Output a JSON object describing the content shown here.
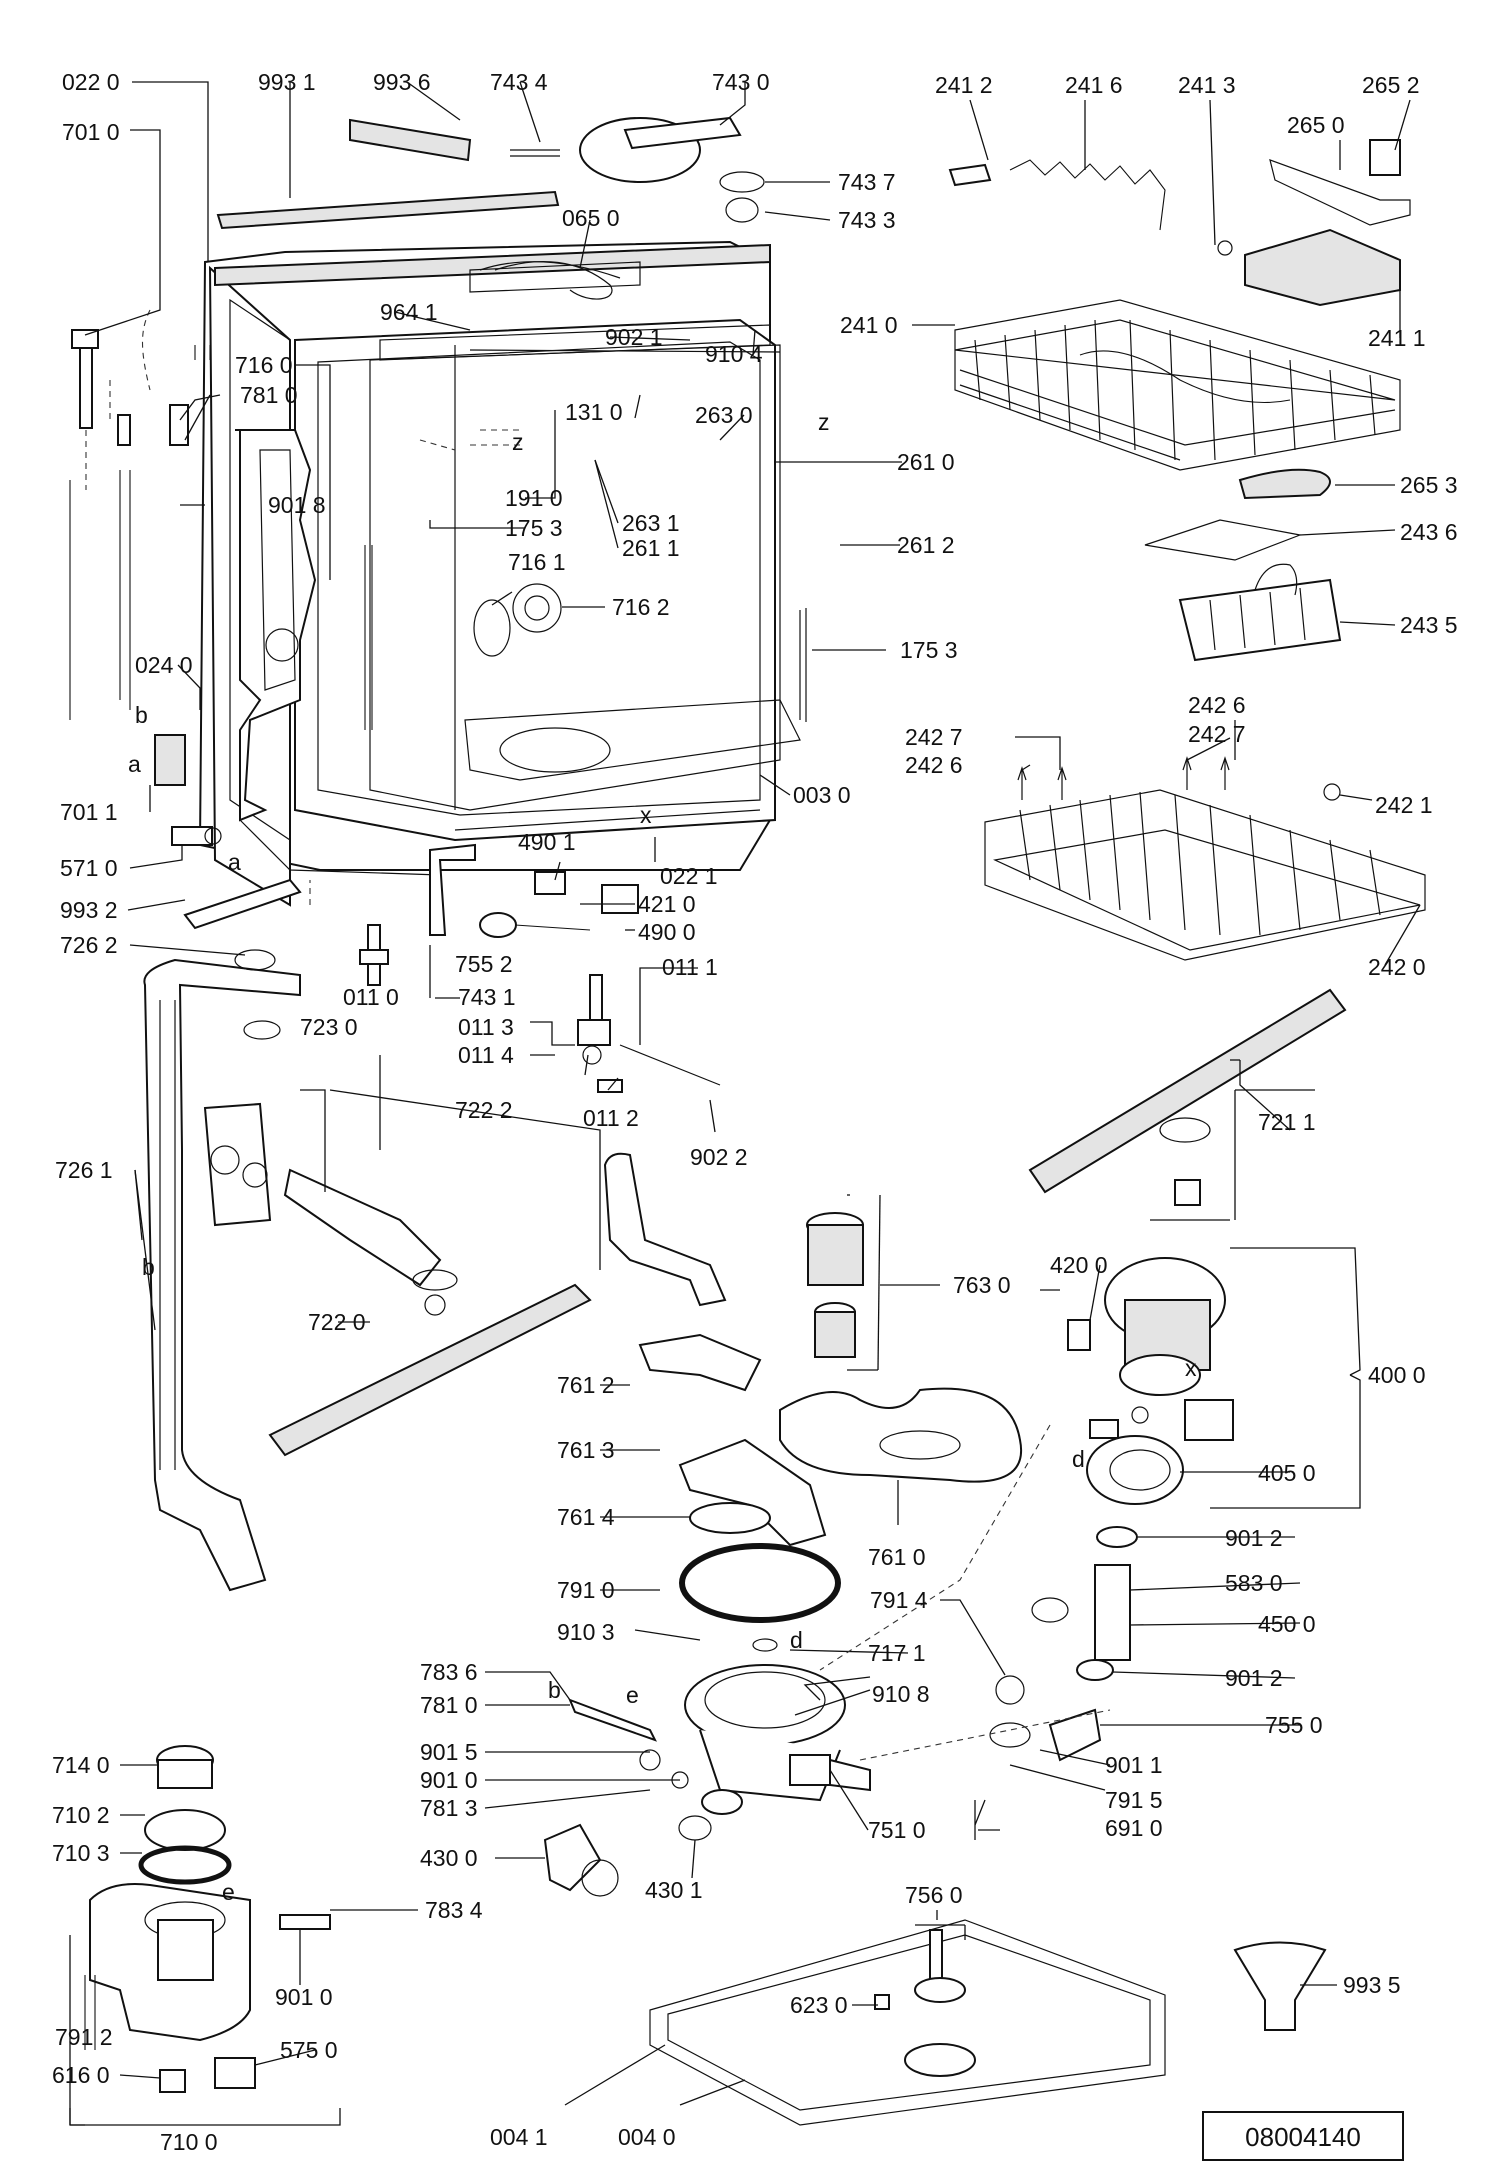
{
  "diagram": {
    "reference_number": "08004140",
    "letter_marks": [
      "z",
      "x",
      "a",
      "b",
      "d",
      "e"
    ],
    "callouts": [
      {
        "id": "c-0220",
        "text": "022 0"
      },
      {
        "id": "c-9931",
        "text": "993 1"
      },
      {
        "id": "c-9936",
        "text": "993 6"
      },
      {
        "id": "c-7434",
        "text": "743 4"
      },
      {
        "id": "c-7430",
        "text": "743 0"
      },
      {
        "id": "c-7437",
        "text": "743 7"
      },
      {
        "id": "c-7433",
        "text": "743 3"
      },
      {
        "id": "c-0650",
        "text": "065 0"
      },
      {
        "id": "c-7010",
        "text": "701 0"
      },
      {
        "id": "c-9641",
        "text": "964 1"
      },
      {
        "id": "c-9021",
        "text": "902 1"
      },
      {
        "id": "c-9104",
        "text": "910 4"
      },
      {
        "id": "c-7160",
        "text": "716 0"
      },
      {
        "id": "c-7810a",
        "text": "781 0"
      },
      {
        "id": "c-1310",
        "text": "131 0"
      },
      {
        "id": "c-2630",
        "text": "263 0"
      },
      {
        "id": "c-2610",
        "text": "261 0"
      },
      {
        "id": "c-9018",
        "text": "901 8"
      },
      {
        "id": "c-1910",
        "text": "191 0"
      },
      {
        "id": "c-1753a",
        "text": "175 3"
      },
      {
        "id": "c-2631",
        "text": "263 1"
      },
      {
        "id": "c-2611",
        "text": "261 1"
      },
      {
        "id": "c-2612",
        "text": "261 2"
      },
      {
        "id": "c-7161",
        "text": "716 1"
      },
      {
        "id": "c-7162",
        "text": "716 2"
      },
      {
        "id": "c-1753b",
        "text": "175 3"
      },
      {
        "id": "c-0240",
        "text": "024 0"
      },
      {
        "id": "c-7011",
        "text": "701 1"
      },
      {
        "id": "c-0030",
        "text": "003 0"
      },
      {
        "id": "c-5710",
        "text": "571 0"
      },
      {
        "id": "c-4901",
        "text": "490 1"
      },
      {
        "id": "c-0221",
        "text": "022 1"
      },
      {
        "id": "c-4210",
        "text": "421 0"
      },
      {
        "id": "c-4900",
        "text": "490 0"
      },
      {
        "id": "c-9932",
        "text": "993 2"
      },
      {
        "id": "c-7262",
        "text": "726 2"
      },
      {
        "id": "c-7552",
        "text": "755 2"
      },
      {
        "id": "c-0111",
        "text": "011 1"
      },
      {
        "id": "c-0110",
        "text": "011 0"
      },
      {
        "id": "c-7431",
        "text": "743 1"
      },
      {
        "id": "c-7230",
        "text": "723 0"
      },
      {
        "id": "c-0113",
        "text": "011 3"
      },
      {
        "id": "c-0114",
        "text": "011 4"
      },
      {
        "id": "c-0112",
        "text": "011 2"
      },
      {
        "id": "c-9022",
        "text": "902 2"
      },
      {
        "id": "c-7222",
        "text": "722 2"
      },
      {
        "id": "c-7261",
        "text": "726 1"
      },
      {
        "id": "c-7220",
        "text": "722 0"
      },
      {
        "id": "c-7630",
        "text": "763 0"
      },
      {
        "id": "c-7612",
        "text": "761 2"
      },
      {
        "id": "c-7613",
        "text": "761 3"
      },
      {
        "id": "c-7614",
        "text": "761 4"
      },
      {
        "id": "c-7610",
        "text": "761 0"
      },
      {
        "id": "c-7910",
        "text": "791 0"
      },
      {
        "id": "c-9103",
        "text": "910 3"
      },
      {
        "id": "c-7836",
        "text": "783 6"
      },
      {
        "id": "c-7810b",
        "text": "781 0"
      },
      {
        "id": "c-9015",
        "text": "901 5"
      },
      {
        "id": "c-9010a",
        "text": "901 0"
      },
      {
        "id": "c-7813",
        "text": "781 3"
      },
      {
        "id": "c-4300",
        "text": "430 0"
      },
      {
        "id": "c-4301",
        "text": "430 1"
      },
      {
        "id": "c-7140",
        "text": "714 0"
      },
      {
        "id": "c-7102",
        "text": "710 2"
      },
      {
        "id": "c-7103",
        "text": "710 3"
      },
      {
        "id": "c-7834",
        "text": "783 4"
      },
      {
        "id": "c-9010b",
        "text": "901 0"
      },
      {
        "id": "c-7912",
        "text": "791 2"
      },
      {
        "id": "c-5750",
        "text": "575 0"
      },
      {
        "id": "c-6160",
        "text": "616 0"
      },
      {
        "id": "c-7100",
        "text": "710 0"
      },
      {
        "id": "c-7171",
        "text": "717 1"
      },
      {
        "id": "c-9108",
        "text": "910 8"
      },
      {
        "id": "c-7914",
        "text": "791 4"
      },
      {
        "id": "c-7510",
        "text": "751 0"
      },
      {
        "id": "c-7915",
        "text": "791 5"
      },
      {
        "id": "c-6910",
        "text": "691 0"
      },
      {
        "id": "c-7560",
        "text": "756 0"
      },
      {
        "id": "c-6230",
        "text": "623 0"
      },
      {
        "id": "c-0041",
        "text": "004 1"
      },
      {
        "id": "c-0040",
        "text": "004 0"
      },
      {
        "id": "c-9935",
        "text": "993 5"
      },
      {
        "id": "c-2412",
        "text": "241 2"
      },
      {
        "id": "c-2416",
        "text": "241 6"
      },
      {
        "id": "c-2413",
        "text": "241 3"
      },
      {
        "id": "c-2652",
        "text": "265 2"
      },
      {
        "id": "c-2650",
        "text": "265 0"
      },
      {
        "id": "c-2410",
        "text": "241 0"
      },
      {
        "id": "c-2411",
        "text": "241 1"
      },
      {
        "id": "c-2653",
        "text": "265 3"
      },
      {
        "id": "c-2436",
        "text": "243 6"
      },
      {
        "id": "c-2435",
        "text": "243 5"
      },
      {
        "id": "c-2427a",
        "text": "242 7"
      },
      {
        "id": "c-2426a",
        "text": "242 6"
      },
      {
        "id": "c-2426b",
        "text": "242 6"
      },
      {
        "id": "c-2427b",
        "text": "242 7"
      },
      {
        "id": "c-2421",
        "text": "242 1"
      },
      {
        "id": "c-2420",
        "text": "242 0"
      },
      {
        "id": "c-7211",
        "text": "721 1"
      },
      {
        "id": "c-4200",
        "text": "420 0"
      },
      {
        "id": "c-4000",
        "text": "400 0"
      },
      {
        "id": "c-4050",
        "text": "405 0"
      },
      {
        "id": "c-9012a",
        "text": "901 2"
      },
      {
        "id": "c-5830",
        "text": "583 0"
      },
      {
        "id": "c-4500",
        "text": "450 0"
      },
      {
        "id": "c-9012b",
        "text": "901 2"
      },
      {
        "id": "c-7550",
        "text": "755 0"
      },
      {
        "id": "c-9011",
        "text": "901 1"
      }
    ]
  }
}
